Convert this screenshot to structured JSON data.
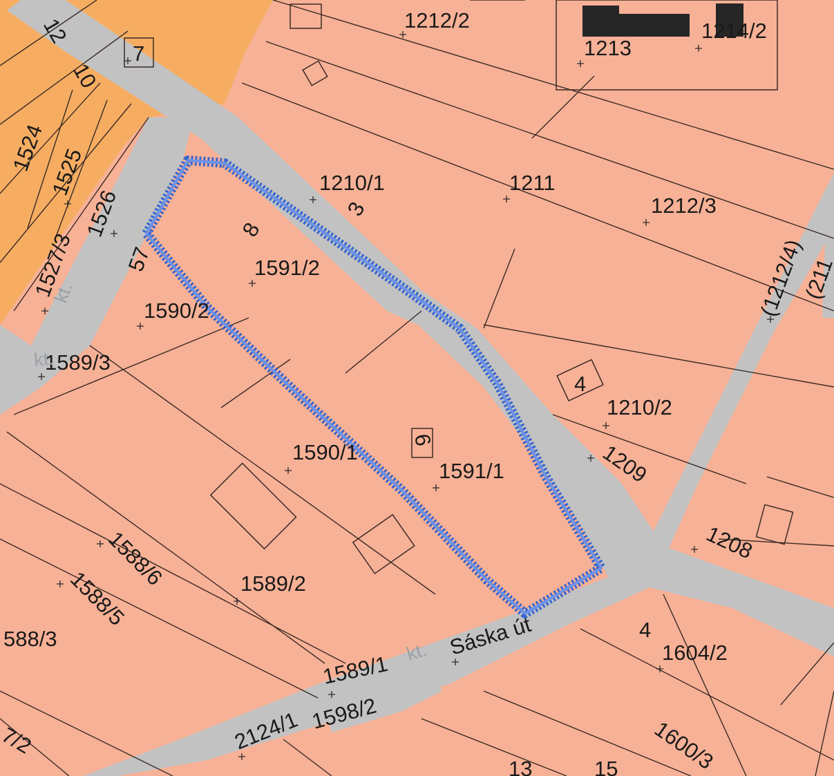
{
  "colors": {
    "parcel": "#f7b196",
    "parcel_orange": "#f6ad62",
    "road": "#c2c2c2",
    "boundary": "#2b5fd0",
    "building_dark": "#262626",
    "line": "#3a2a24"
  },
  "streets": {
    "saska": "Sáska út",
    "kt": "kt."
  },
  "parcels": [
    {
      "id": "p1212-2",
      "text": "1212/2"
    },
    {
      "id": "p1213",
      "text": "1213"
    },
    {
      "id": "p1214-2",
      "text": "1214/2"
    },
    {
      "id": "p7",
      "text": "7"
    },
    {
      "id": "p10",
      "text": "10"
    },
    {
      "id": "p12",
      "text": "12"
    },
    {
      "id": "p1524",
      "text": "1524"
    },
    {
      "id": "p1525",
      "text": "1525"
    },
    {
      "id": "p1526",
      "text": "1526"
    },
    {
      "id": "p1527-3",
      "text": "1527/3"
    },
    {
      "id": "p57",
      "text": "57"
    },
    {
      "id": "p1210-1",
      "text": "1210/1"
    },
    {
      "id": "p3",
      "text": "3"
    },
    {
      "id": "p1211",
      "text": "1211"
    },
    {
      "id": "p1212-3",
      "text": "1212/3"
    },
    {
      "id": "p8",
      "text": "8"
    },
    {
      "id": "p1591-2",
      "text": "1591/2"
    },
    {
      "id": "p1590-2",
      "text": "1590/2"
    },
    {
      "id": "p1589-3",
      "text": "1589/3"
    },
    {
      "id": "p1212-4",
      "text": "(1212/4)"
    },
    {
      "id": "p211",
      "text": "(211"
    },
    {
      "id": "p4a",
      "text": "4"
    },
    {
      "id": "p1210-2",
      "text": "1210/2"
    },
    {
      "id": "p6",
      "text": "6"
    },
    {
      "id": "p1590-1",
      "text": "1590/1"
    },
    {
      "id": "p1591-1",
      "text": "1591/1"
    },
    {
      "id": "p1209",
      "text": "1209"
    },
    {
      "id": "p1208",
      "text": "1208"
    },
    {
      "id": "p1588-6",
      "text": "1588/6"
    },
    {
      "id": "p1589-2",
      "text": "1589/2"
    },
    {
      "id": "p1588-5",
      "text": "1588/5"
    },
    {
      "id": "p588-3",
      "text": "588/3"
    },
    {
      "id": "p4b",
      "text": "4"
    },
    {
      "id": "p1604-2",
      "text": "1604/2"
    },
    {
      "id": "p1589-1",
      "text": "1589/1"
    },
    {
      "id": "p2124-1",
      "text": "2124/1"
    },
    {
      "id": "p1598-2",
      "text": "1598/2"
    },
    {
      "id": "p1600-3",
      "text": "1600/3"
    },
    {
      "id": "p27-2",
      "text": "7/2"
    },
    {
      "id": "p15",
      "text": "15"
    },
    {
      "id": "p13",
      "text": "13"
    }
  ]
}
